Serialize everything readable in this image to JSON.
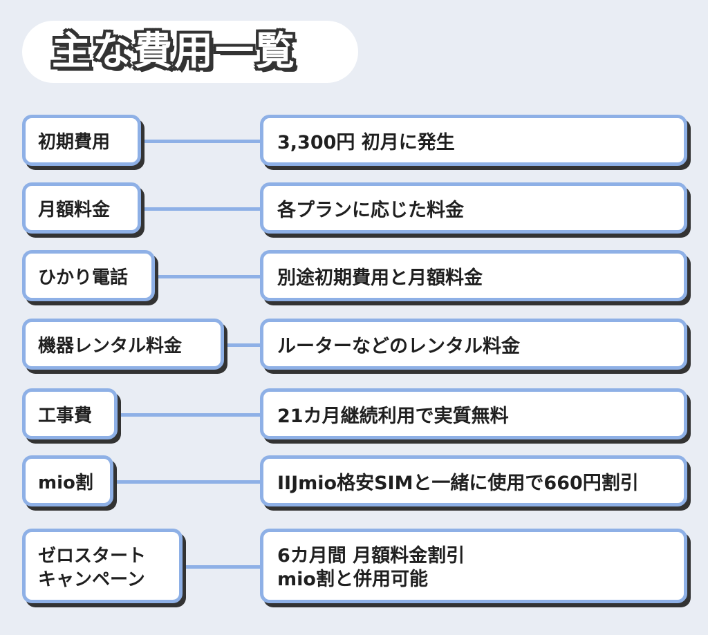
{
  "title": "主な費用一覧",
  "rows": [
    {
      "label": "初期費用",
      "desc": "3,300円 初月に発生"
    },
    {
      "label": "月額料金",
      "desc": "各プランに応じた料金"
    },
    {
      "label": "ひかり電話",
      "desc": "別途初期費用と月額料金"
    },
    {
      "label": "機器レンタル料金",
      "desc": "ルーターなどのレンタル料金"
    },
    {
      "label": "工事費",
      "desc": "21カ月継続利用で実質無料"
    },
    {
      "label": "mio割",
      "desc": "IIJmio格安SIMと一緒に使用で660円割引"
    },
    {
      "label_lines": [
        "ゼロスタート",
        "キャンペーン"
      ],
      "desc_lines": [
        "6カ月間 月額料金割引",
        "mio割と併用可能"
      ]
    }
  ],
  "colors": {
    "border": "#8eb0e6",
    "shadow": "#333333",
    "background": "#e9edf4"
  }
}
